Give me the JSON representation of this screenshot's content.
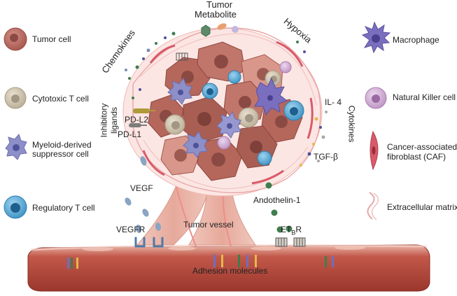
{
  "legend_left": [
    {
      "label": "Tumor cell",
      "icon": "tumor-cell-icon"
    },
    {
      "label": "Cytotoxic  T cell",
      "icon": "cytotoxic-t-cell-icon"
    },
    {
      "label_lines": [
        "Myeloid-derived",
        "suppressor cell"
      ],
      "icon": "myeloid-suppressor-cell-icon"
    },
    {
      "label": "Regulatory  T cell",
      "icon": "regulatory-t-cell-icon"
    }
  ],
  "legend_right": [
    {
      "label": "Macrophage",
      "icon": "macrophage-icon"
    },
    {
      "label": "Natural  Killer  cell",
      "icon": "natural-killer-cell-icon"
    },
    {
      "label_lines": [
        "Cancer-associated",
        "fibroblast (CAF)"
      ],
      "icon": "caf-icon"
    },
    {
      "label": "Extracellular  matrix",
      "icon": "extracellular-matrix-icon"
    }
  ],
  "annotations": {
    "tumor_metabolite": [
      "Tumor",
      "Metabolite"
    ],
    "hypoxia": "Hypoxia",
    "chemokines": "Chemokines",
    "inhibitory_ligands": [
      "Inhibitory",
      "ligands"
    ],
    "pd_l2": "PD-L2",
    "pd_l1": "PD-L1",
    "il4": "IL- 4",
    "cytokines": "Cytokines",
    "tgf_beta": "TGF-β",
    "vegf": "VEGF",
    "vegfr": "VEGFR",
    "tumor_vessel": "Tumor vessel",
    "andothelin": "Andothelin-1",
    "etb_main": "ET",
    "etb_sub": "B",
    "etb_end": "R",
    "adhesion": "Adhesion molecules"
  },
  "colors": {
    "tumor": "#b5675c",
    "tumor_light": "#d9978b",
    "nucleus": "#8a4a43",
    "t_cell": "#cfc3ad",
    "mdsc": "#8d8fc8",
    "treg": "#4aa3d1",
    "macrophage": "#6f63b5",
    "nk": "#c8a2cc",
    "caf": "#d85a6a",
    "ecm": "#e6a8a8",
    "vessel": "#b5463a",
    "vessel_light": "#e9b5a8",
    "green": "#3f7d4e",
    "vegf": "#8aa5c4"
  }
}
